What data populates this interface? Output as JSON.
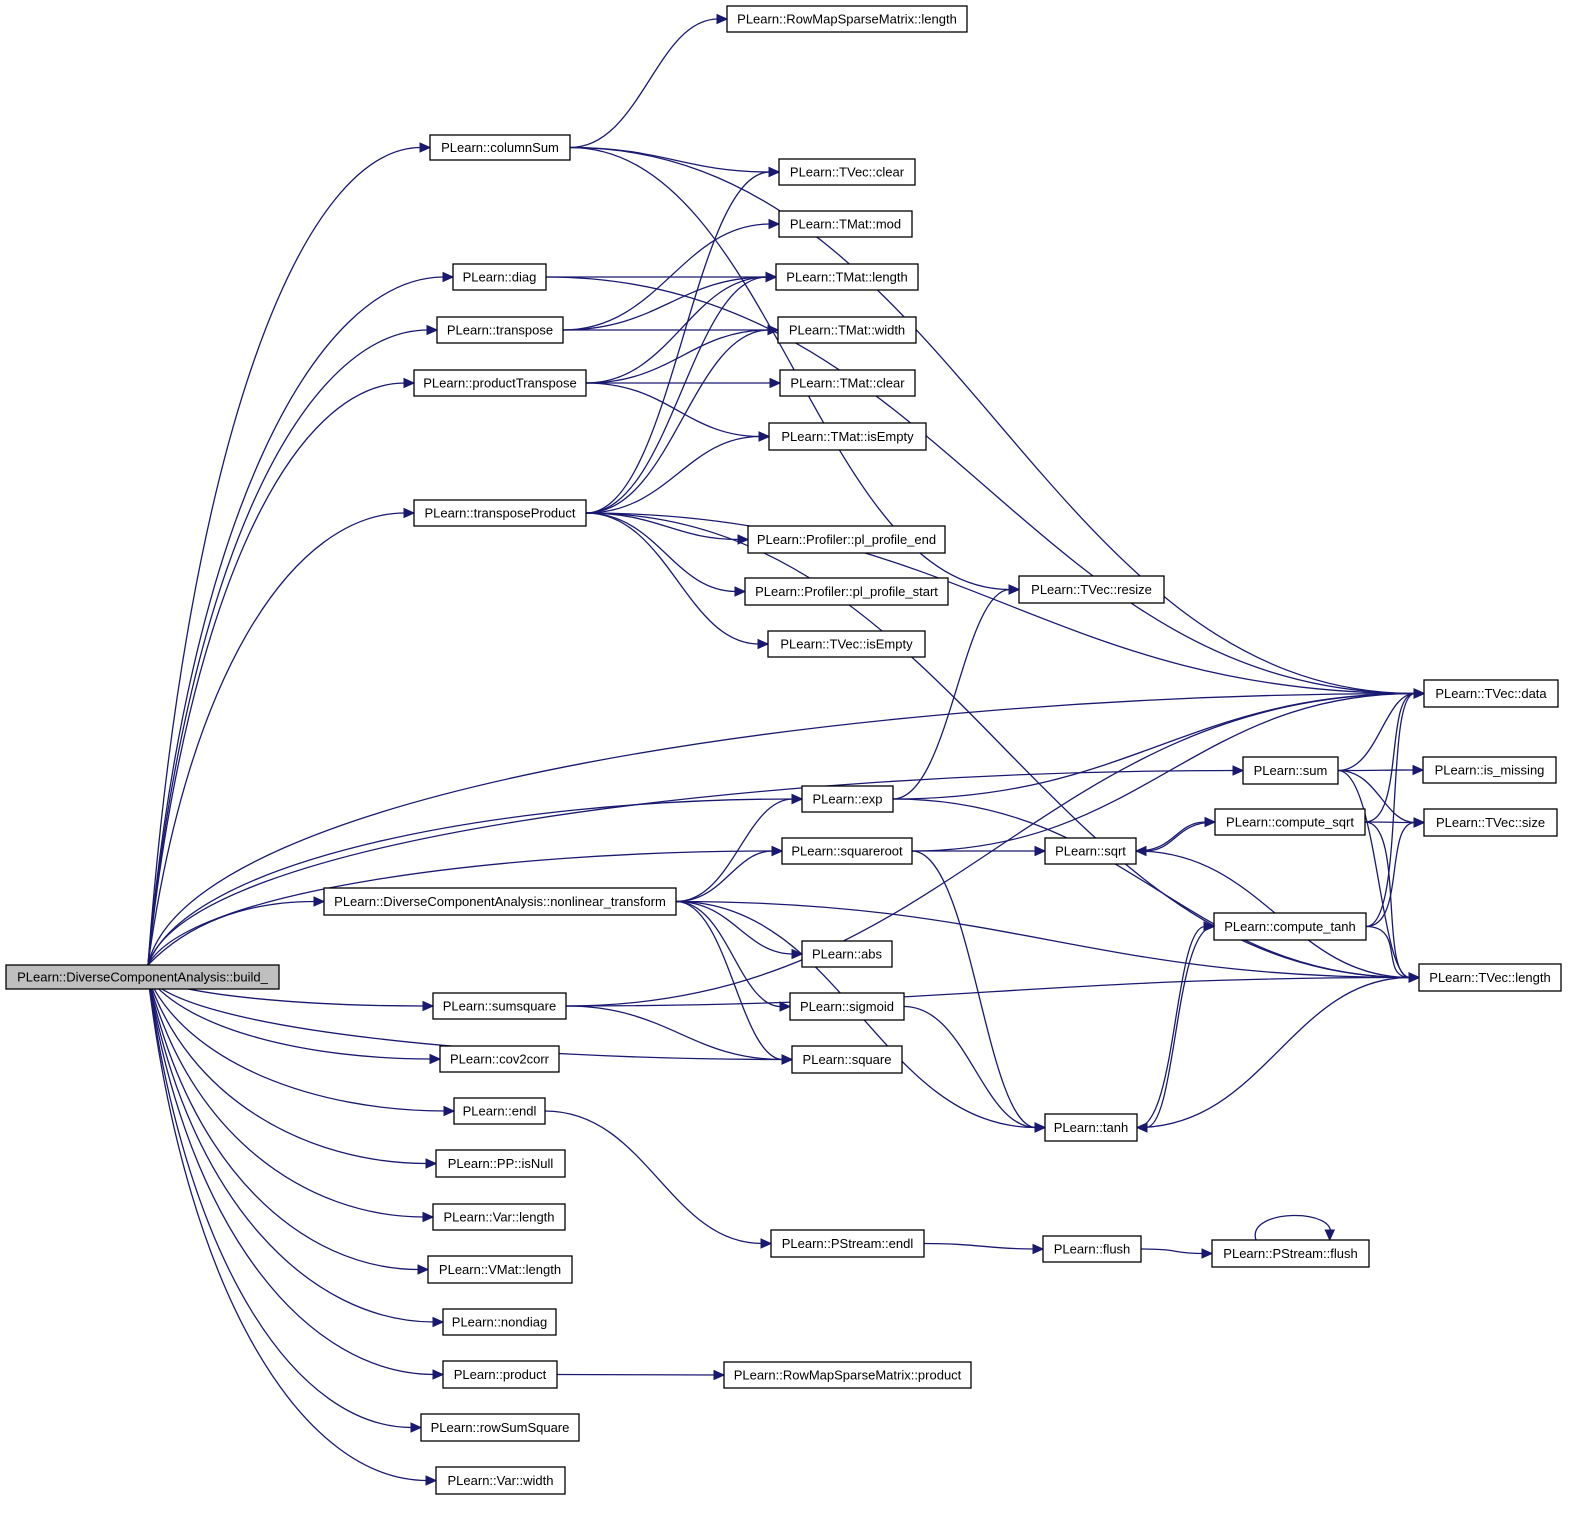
{
  "graph": {
    "type": "doxygen-call-graph",
    "root": "build_",
    "nodes": [
      {
        "id": "build_",
        "label": "PLearn::DiverseComponentAnalysis::build_",
        "root": true
      },
      {
        "id": "rmsm_length",
        "label": "PLearn::RowMapSparseMatrix::length"
      },
      {
        "id": "columnSum",
        "label": "PLearn::columnSum"
      },
      {
        "id": "tvec_clear",
        "label": "PLearn::TVec::clear"
      },
      {
        "id": "tmat_mod",
        "label": "PLearn::TMat::mod"
      },
      {
        "id": "diag",
        "label": "PLearn::diag"
      },
      {
        "id": "tmat_length",
        "label": "PLearn::TMat::length"
      },
      {
        "id": "transpose",
        "label": "PLearn::transpose"
      },
      {
        "id": "tmat_width",
        "label": "PLearn::TMat::width"
      },
      {
        "id": "productTranspose",
        "label": "PLearn::productTranspose"
      },
      {
        "id": "tmat_clear",
        "label": "PLearn::TMat::clear"
      },
      {
        "id": "tmat_isEmpty",
        "label": "PLearn::TMat::isEmpty"
      },
      {
        "id": "transposeProduct",
        "label": "PLearn::transposeProduct"
      },
      {
        "id": "prof_end",
        "label": "PLearn::Profiler::pl_profile_end"
      },
      {
        "id": "prof_start",
        "label": "PLearn::Profiler::pl_profile_start"
      },
      {
        "id": "tvec_resize",
        "label": "PLearn::TVec::resize"
      },
      {
        "id": "tvec_isEmpty",
        "label": "PLearn::TVec::isEmpty"
      },
      {
        "id": "tvec_data",
        "label": "PLearn::TVec::data"
      },
      {
        "id": "sum",
        "label": "PLearn::sum"
      },
      {
        "id": "is_missing",
        "label": "PLearn::is_missing"
      },
      {
        "id": "exp",
        "label": "PLearn::exp"
      },
      {
        "id": "compute_sqrt",
        "label": "PLearn::compute_sqrt"
      },
      {
        "id": "tvec_size",
        "label": "PLearn::TVec::size"
      },
      {
        "id": "squareroot",
        "label": "PLearn::squareroot"
      },
      {
        "id": "sqrt",
        "label": "PLearn::sqrt"
      },
      {
        "id": "nonlinear",
        "label": "PLearn::DiverseComponentAnalysis::nonlinear_transform"
      },
      {
        "id": "compute_tanh",
        "label": "PLearn::compute_tanh"
      },
      {
        "id": "abs",
        "label": "PLearn::abs"
      },
      {
        "id": "tvec_length",
        "label": "PLearn::TVec::length"
      },
      {
        "id": "sumsquare",
        "label": "PLearn::sumsquare"
      },
      {
        "id": "sigmoid",
        "label": "PLearn::sigmoid"
      },
      {
        "id": "cov2corr",
        "label": "PLearn::cov2corr"
      },
      {
        "id": "square",
        "label": "PLearn::square"
      },
      {
        "id": "endl",
        "label": "PLearn::endl"
      },
      {
        "id": "tanh",
        "label": "PLearn::tanh"
      },
      {
        "id": "isNull",
        "label": "PLearn::PP::isNull"
      },
      {
        "id": "var_length",
        "label": "PLearn::Var::length"
      },
      {
        "id": "pstream_endl",
        "label": "PLearn::PStream::endl"
      },
      {
        "id": "flush",
        "label": "PLearn::flush"
      },
      {
        "id": "pstream_flush",
        "label": "PLearn::PStream::flush"
      },
      {
        "id": "vmat_length",
        "label": "PLearn::VMat::length"
      },
      {
        "id": "nondiag",
        "label": "PLearn::nondiag"
      },
      {
        "id": "product",
        "label": "PLearn::product"
      },
      {
        "id": "rmsm_product",
        "label": "PLearn::RowMapSparseMatrix::product"
      },
      {
        "id": "rowSumSquare",
        "label": "PLearn::rowSumSquare"
      },
      {
        "id": "var_width",
        "label": "PLearn::Var::width"
      }
    ],
    "edges": [
      [
        "build_",
        "columnSum"
      ],
      [
        "build_",
        "diag"
      ],
      [
        "build_",
        "transpose"
      ],
      [
        "build_",
        "productTranspose"
      ],
      [
        "build_",
        "transposeProduct"
      ],
      [
        "build_",
        "sum"
      ],
      [
        "build_",
        "tvec_data"
      ],
      [
        "build_",
        "exp"
      ],
      [
        "build_",
        "squareroot"
      ],
      [
        "build_",
        "nonlinear"
      ],
      [
        "build_",
        "square"
      ],
      [
        "build_",
        "sumsquare"
      ],
      [
        "build_",
        "cov2corr"
      ],
      [
        "build_",
        "endl"
      ],
      [
        "build_",
        "isNull"
      ],
      [
        "build_",
        "var_length"
      ],
      [
        "build_",
        "vmat_length"
      ],
      [
        "build_",
        "nondiag"
      ],
      [
        "build_",
        "product"
      ],
      [
        "build_",
        "rowSumSquare"
      ],
      [
        "build_",
        "var_width"
      ],
      [
        "columnSum",
        "rmsm_length"
      ],
      [
        "columnSum",
        "tvec_clear"
      ],
      [
        "columnSum",
        "tvec_resize"
      ],
      [
        "columnSum",
        "tvec_data"
      ],
      [
        "diag",
        "tmat_length"
      ],
      [
        "diag",
        "tvec_data"
      ],
      [
        "transpose",
        "tmat_length"
      ],
      [
        "transpose",
        "tmat_width"
      ],
      [
        "transpose",
        "tmat_mod"
      ],
      [
        "productTranspose",
        "tmat_length"
      ],
      [
        "productTranspose",
        "tmat_width"
      ],
      [
        "productTranspose",
        "tmat_clear"
      ],
      [
        "productTranspose",
        "tmat_isEmpty"
      ],
      [
        "transposeProduct",
        "tvec_clear"
      ],
      [
        "transposeProduct",
        "tmat_length"
      ],
      [
        "transposeProduct",
        "tmat_width"
      ],
      [
        "transposeProduct",
        "tmat_isEmpty"
      ],
      [
        "transposeProduct",
        "tvec_data"
      ],
      [
        "transposeProduct",
        "prof_end"
      ],
      [
        "transposeProduct",
        "prof_start"
      ],
      [
        "transposeProduct",
        "tvec_isEmpty"
      ],
      [
        "transposeProduct",
        "tvec_length"
      ],
      [
        "exp",
        "tvec_data"
      ],
      [
        "exp",
        "tvec_resize"
      ],
      [
        "exp",
        "tvec_length"
      ],
      [
        "squareroot",
        "sqrt"
      ],
      [
        "squareroot",
        "tvec_data"
      ],
      [
        "squareroot",
        "tanh"
      ],
      [
        "nonlinear",
        "exp"
      ],
      [
        "nonlinear",
        "squareroot"
      ],
      [
        "nonlinear",
        "abs"
      ],
      [
        "nonlinear",
        "sigmoid"
      ],
      [
        "nonlinear",
        "square"
      ],
      [
        "nonlinear",
        "tanh"
      ],
      [
        "nonlinear",
        "tvec_length"
      ],
      [
        "sumsquare",
        "square"
      ],
      [
        "sumsquare",
        "tvec_length"
      ],
      [
        "sumsquare",
        "tvec_data"
      ],
      [
        "sigmoid",
        "tanh"
      ],
      [
        "sqrt",
        "compute_sqrt"
      ],
      [
        "sqrt",
        "tvec_length"
      ],
      [
        "compute_sqrt",
        "sqrt"
      ],
      [
        "compute_sqrt",
        "tvec_size"
      ],
      [
        "compute_sqrt",
        "tvec_data"
      ],
      [
        "compute_sqrt",
        "tvec_length"
      ],
      [
        "sum",
        "tvec_data"
      ],
      [
        "sum",
        "is_missing"
      ],
      [
        "sum",
        "tvec_size"
      ],
      [
        "sum",
        "tvec_length"
      ],
      [
        "tanh",
        "compute_tanh"
      ],
      [
        "tanh",
        "tvec_length"
      ],
      [
        "compute_tanh",
        "tanh"
      ],
      [
        "compute_tanh",
        "tvec_data"
      ],
      [
        "compute_tanh",
        "tvec_size"
      ],
      [
        "compute_tanh",
        "tvec_length"
      ],
      [
        "endl",
        "pstream_endl"
      ],
      [
        "pstream_endl",
        "flush"
      ],
      [
        "flush",
        "pstream_flush"
      ],
      [
        "pstream_flush",
        "pstream_flush"
      ],
      [
        "product",
        "rmsm_product"
      ]
    ]
  }
}
